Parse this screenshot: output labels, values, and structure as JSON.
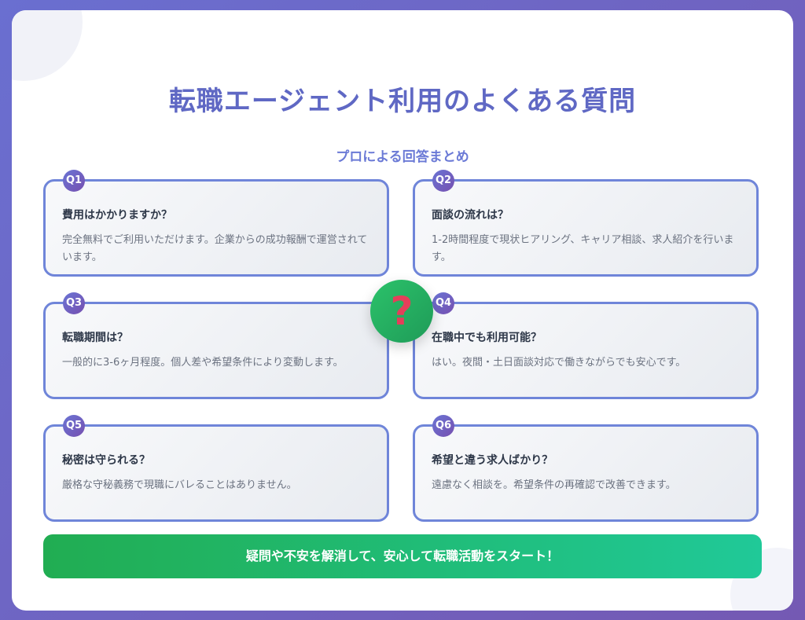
{
  "title": "転職エージェント利用のよくある質問",
  "subtitle": "プロによる回答まとめ",
  "center_icon": "question-mark-icon",
  "center_symbol": "?",
  "colors": {
    "background": "#6b66c7",
    "heading": "#5f68c4",
    "border": "#6f85d9",
    "badge": "#6a74d4",
    "cta_start": "#21ad52",
    "cta_end": "#20c998"
  },
  "faqs": [
    {
      "badge": "Q1",
      "question": "費用はかかりますか？",
      "answer": "完全無料でご利用いただけます。企業からの成功報酬で運営されています。"
    },
    {
      "badge": "Q2",
      "question": "面談の流れは？",
      "answer": "1-2時間程度で現状ヒアリング、キャリア相談、求人紹介を行います。"
    },
    {
      "badge": "Q3",
      "question": "転職期間は？",
      "answer": "一般的に3-6ヶ月程度。個人差や希望条件により変動します。"
    },
    {
      "badge": "Q4",
      "question": "在職中でも利用可能？",
      "answer": "はい。夜間・土日面談対応で働きながらでも安心です。"
    },
    {
      "badge": "Q5",
      "question": "秘密は守られる？",
      "answer": "厳格な守秘義務で現職にバレることはありません。"
    },
    {
      "badge": "Q6",
      "question": "希望と違う求人ばかり？",
      "answer": "遠慮なく相談を。希望条件の再確認で改善できます。"
    }
  ],
  "cta_label": "疑問や不安を解消して、安心して転職活動をスタート！"
}
